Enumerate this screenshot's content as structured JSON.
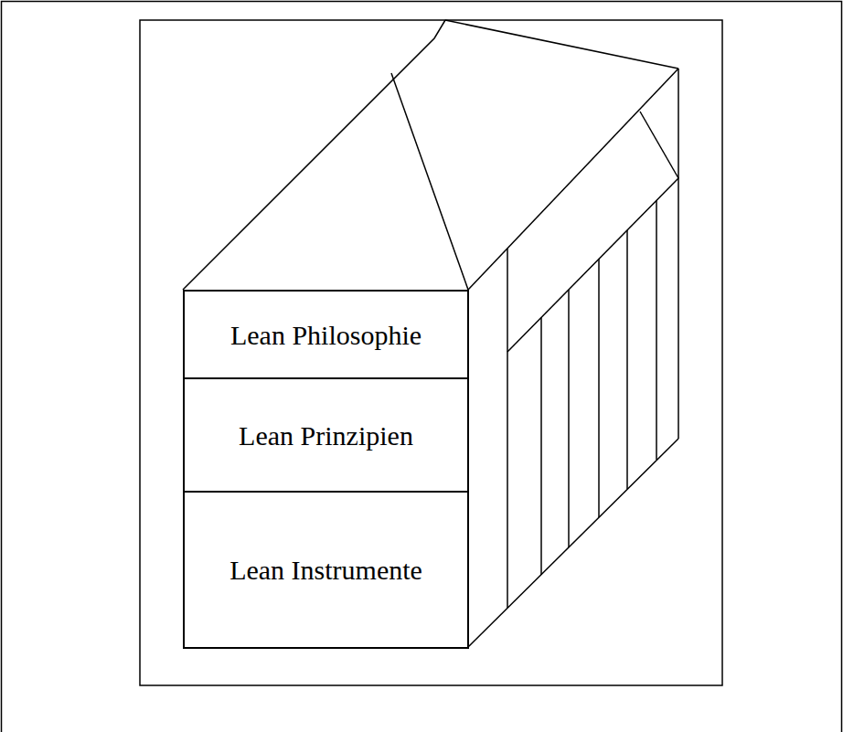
{
  "diagram": {
    "nodes": [
      {
        "text": [
          "Lean Philosophie"
        ]
      },
      {
        "text": [
          "Lean Prinzipien"
        ]
      },
      {
        "text": [
          "Lean Instrumente"
        ]
      }
    ]
  }
}
